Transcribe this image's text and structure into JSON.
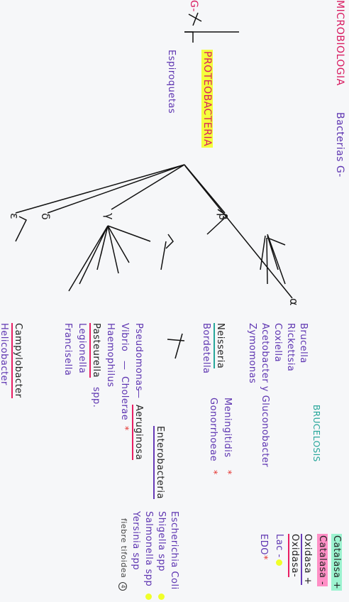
{
  "header": {
    "title": "MICROBIOLOGIA",
    "subtitle": "Bacterias G-"
  },
  "root": {
    "label": "G-",
    "proteobacteria": "PROTEOBACTERIA",
    "espiroquetas": "Espiroquetas"
  },
  "greek": {
    "alpha": "α",
    "beta": "β",
    "gamma": "γ",
    "delta": "δ",
    "epsilon": "ε"
  },
  "alpha_items": [
    "Brucella",
    "Rickettsia",
    "Coxiella",
    "Acetobacter y Gluconobacter",
    "Zymomonas"
  ],
  "alpha_note": "BRUCELOSIS",
  "beta": {
    "neisseria": "Neisseria",
    "meningitidis": "Meningitidis",
    "gonorrhoeae": "Gonorrhoeae",
    "bordetella": "Bordetella"
  },
  "gamma": {
    "enterobacteria": "Enterobacteria",
    "entero_items": [
      "Escherichia Coli",
      "Shigella spp",
      "Salmonella spp",
      "Yersinia spp"
    ],
    "pseudomonas": "Pseudomonas",
    "aeruginosa": "Aeruginosa",
    "vibrio": "Vibrio",
    "cholerae": "Cholerae",
    "haemophilus": "Haemophilus",
    "pasteurella": "Pasteurella",
    "pasteurella_spp": "spp.",
    "legionella": "Legionella",
    "francisella": "Francisella",
    "fever_note": "fiebre tifoidea",
    "fever_num": "4"
  },
  "epsilon": {
    "campylobacter": "Campylobacter",
    "helicobacter": "Helicobacter"
  },
  "legend": {
    "catalasa_pos": "Catalasa +",
    "catalasa_neg": "Catalasa -",
    "oxidasa_pos": "Oxidasa +",
    "oxidasa_neg": "Oxidasa-",
    "lac_neg": "Lac -",
    "edo": "EDO"
  },
  "symbols": {
    "dash": "—",
    "star": "*"
  }
}
